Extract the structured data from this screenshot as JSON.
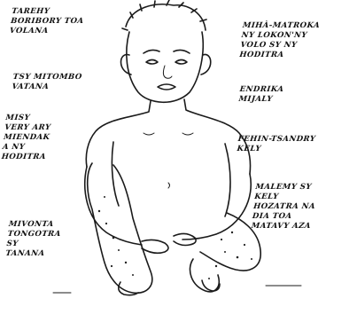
{
  "figure": {
    "labels": {
      "top_left": "TAREHY\nBORIBORY TOA\nVOLANA",
      "left_2": "TSY MITOMBO\nVATANA",
      "left_3": "MISY\nVERY ARY\nMIENDAK\nA NY\nHODITRA",
      "left_4": "MIVONTA\nTONGOTRA\nSY\nTANANA",
      "right_1": "MIHÀ-MATROKA\nNY LOKON'NY\nVOLO SY NY\nHODITRA",
      "right_2": "ENDRIKA\nMIJALY",
      "right_3": "FEHIN-TSANDRY\nKELY",
      "right_4": "MALEMY SY\nKELY\nHOZATRA NA\nDIA TOA\nMATAVY AZA"
    }
  }
}
